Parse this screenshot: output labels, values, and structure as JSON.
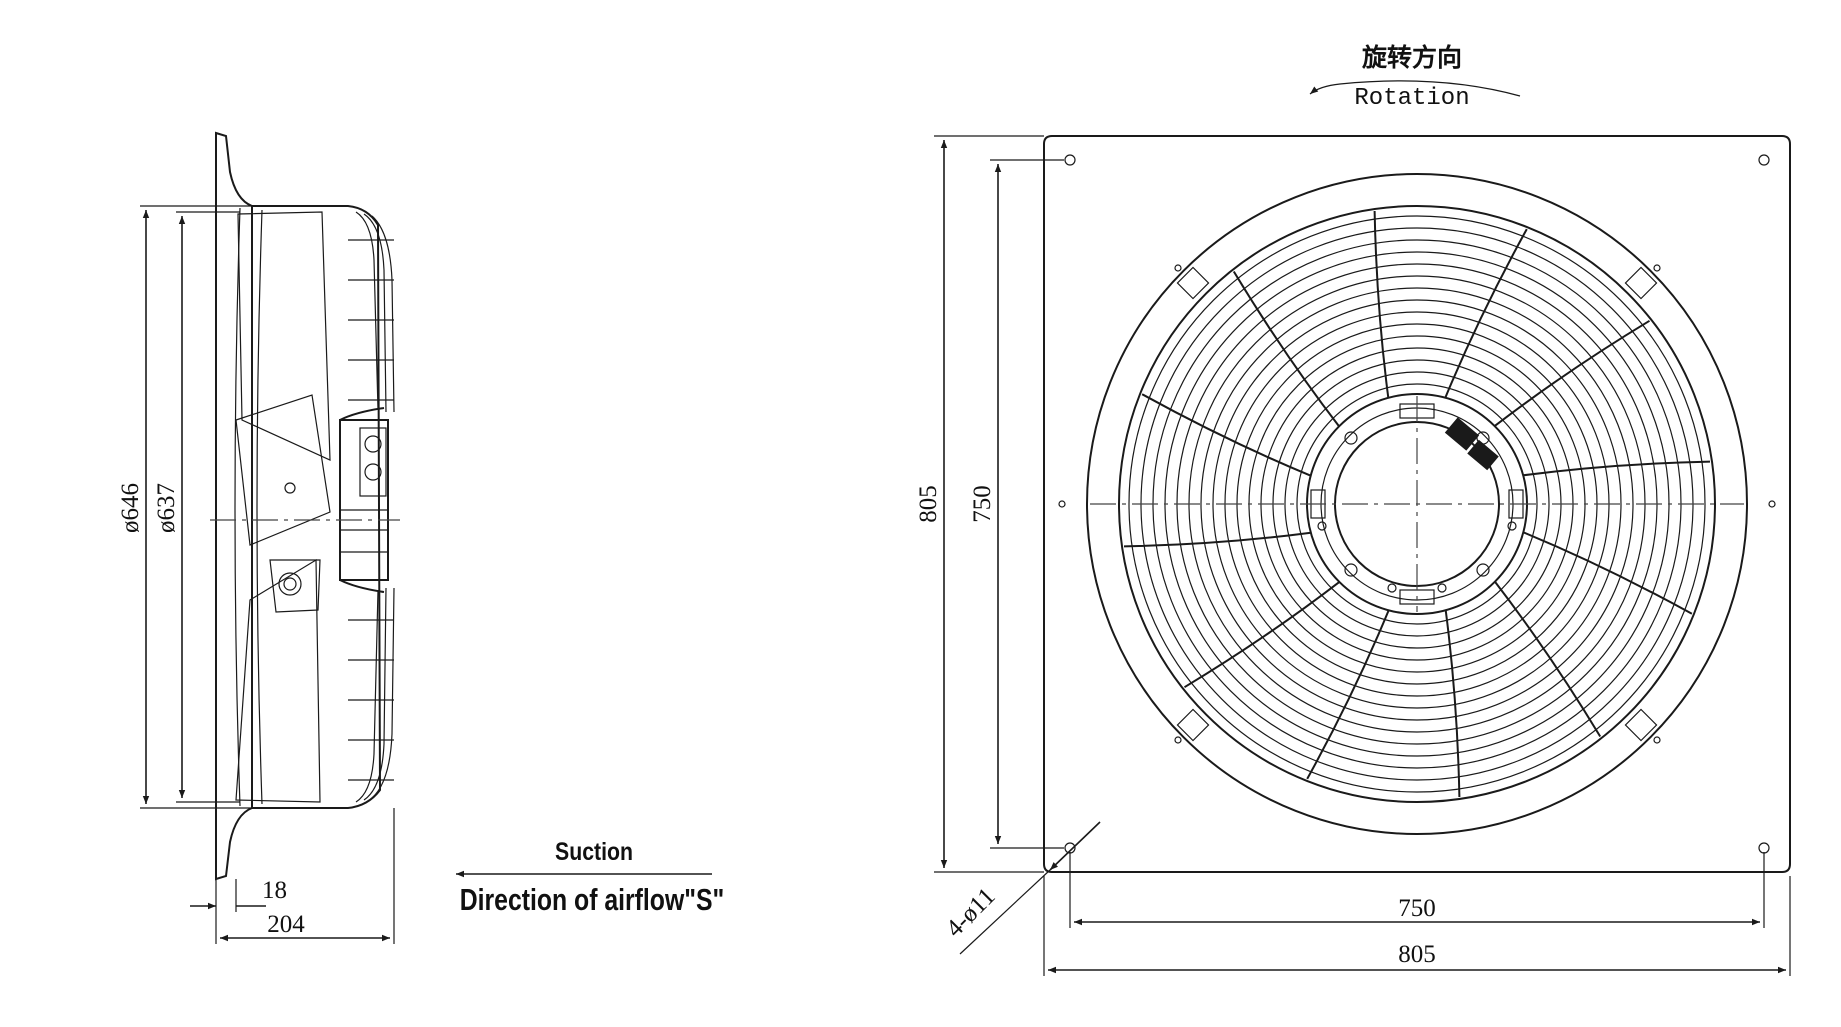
{
  "side_view": {
    "dim_outer_diameter": "ø646",
    "dim_inner_diameter": "ø637",
    "dim_flange": "18",
    "dim_depth": "204"
  },
  "airflow": {
    "suction_label": "Suction",
    "direction_label": "Direction of airflow\"S\""
  },
  "front_view": {
    "rotation_cn": "旋转方向",
    "rotation_en": "Rotation",
    "dim_height_outer": "805",
    "dim_height_inner": "750",
    "dim_width_inner": "750",
    "dim_width_outer": "805",
    "dim_holes": "4-ø11"
  }
}
